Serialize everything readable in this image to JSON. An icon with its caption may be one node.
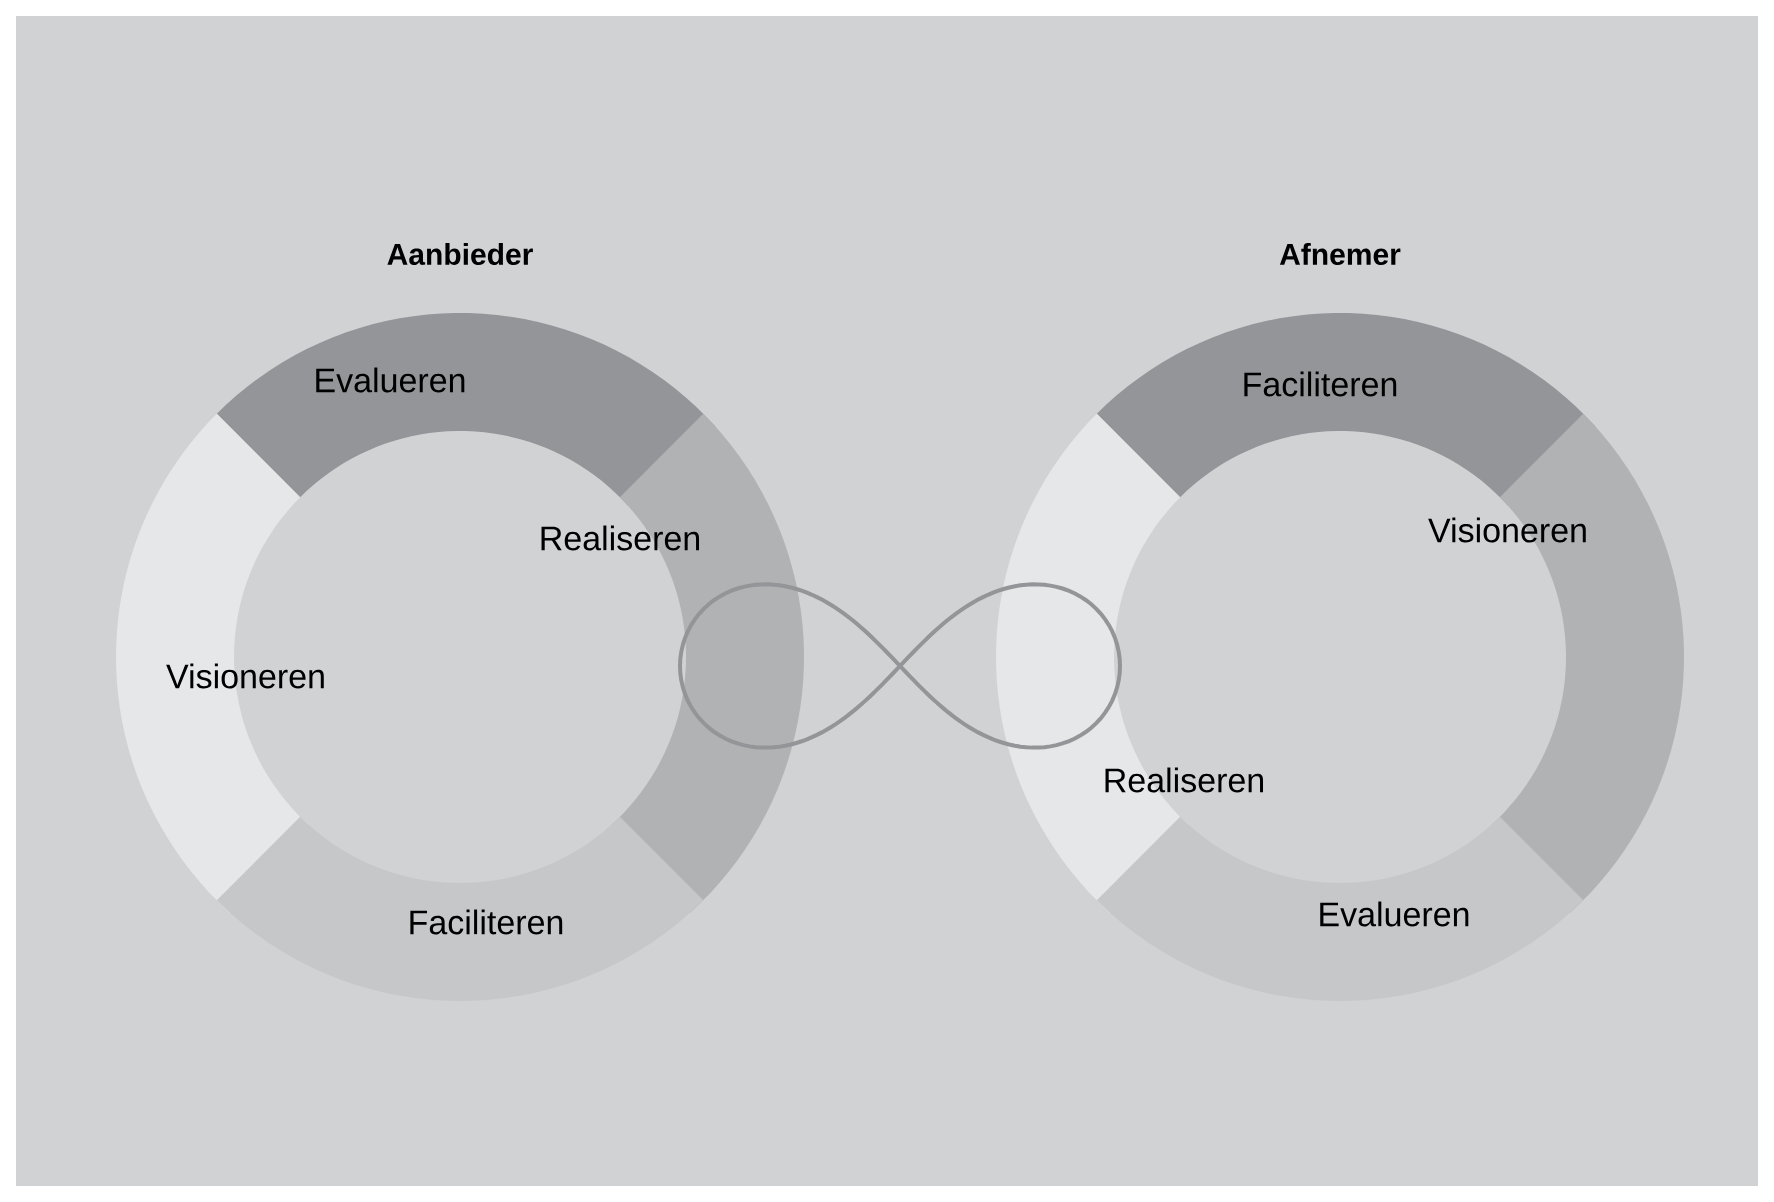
{
  "diagram": {
    "nodes": [
      {
        "text": [
          "Evalueren"
        ]
      },
      {
        "text": [
          "Realiseren"
        ]
      },
      {
        "text": [
          "Visioneren"
        ]
      },
      {
        "text": [
          "Faciliteren"
        ]
      },
      {
        "text": [
          "Faciliteren"
        ]
      },
      {
        "text": [
          "Visioneren"
        ]
      },
      {
        "text": [
          "Realiseren"
        ]
      },
      {
        "text": [
          "Evalueren"
        ]
      }
    ],
    "labels": [
      "Aanbieder",
      "Afnemer"
    ]
  }
}
